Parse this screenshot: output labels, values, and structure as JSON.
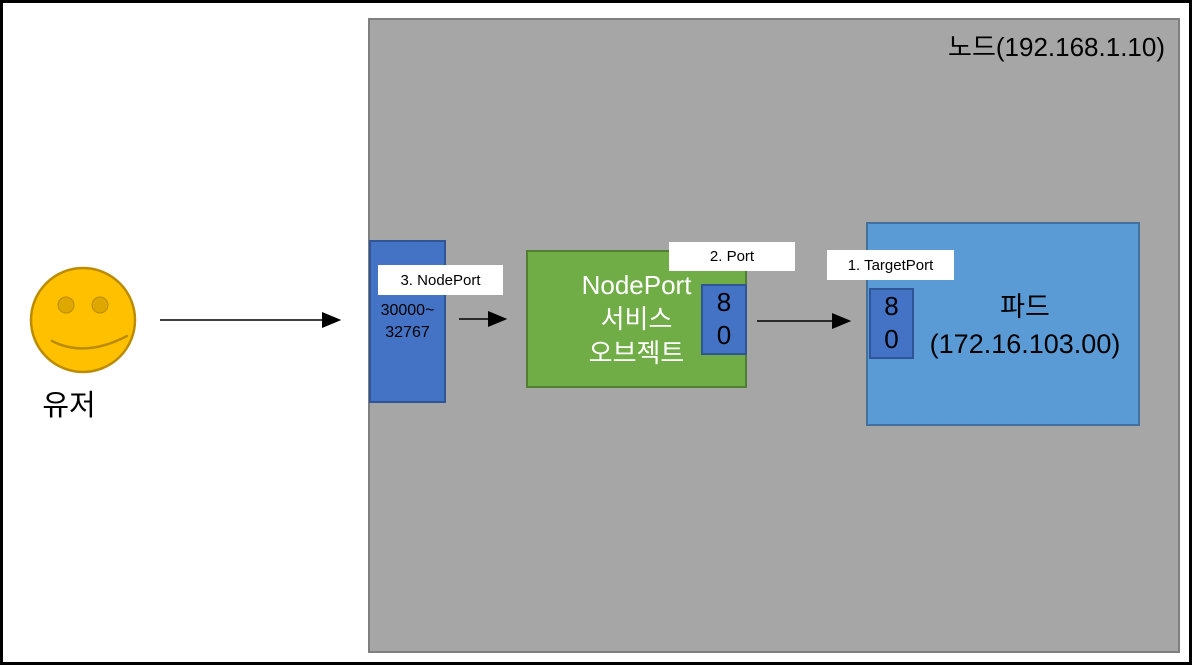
{
  "diagram": {
    "node": {
      "title": "노드(192.168.1.10)"
    },
    "user": {
      "label": "유저"
    },
    "nodeport_range": {
      "step_label": "3. NodePort",
      "value": "30000~\n32767"
    },
    "service": {
      "name_lines": [
        "NodePort",
        "서비스",
        "오브젝트"
      ],
      "port_step_label": "2. Port",
      "port_value": "8\n0"
    },
    "pod": {
      "name": "파드",
      "ip": "(172.16.103.00)",
      "port_step_label": "1. TargetPort",
      "port_value": "8\n0"
    },
    "colors": {
      "node_fill": "#a6a6a6",
      "node_border": "#7f7f7f",
      "blue_fill": "#4472c4",
      "blue_border": "#2f5597",
      "service_fill": "#70ad47",
      "service_border": "#507e32",
      "pod_fill": "#5b9bd5",
      "pod_border": "#41719c",
      "face_fill": "#ffc000",
      "face_border": "#bc8c00",
      "arrow": "#000000"
    }
  }
}
